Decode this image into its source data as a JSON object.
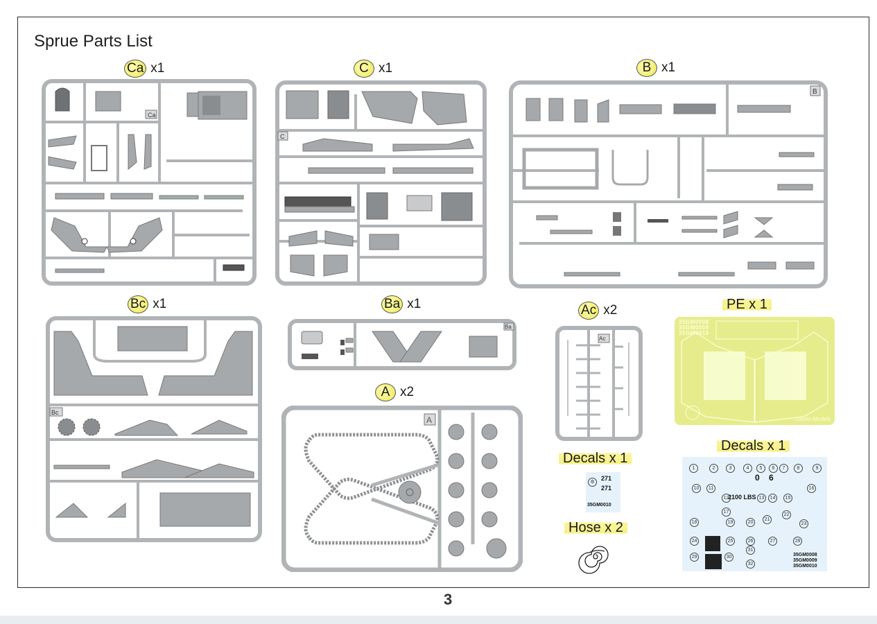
{
  "page": {
    "title": "Sprue Parts List",
    "page_number": "3"
  },
  "sprues": [
    {
      "id": "Ca",
      "label": "Ca",
      "qty": "x1"
    },
    {
      "id": "C",
      "label": "C",
      "qty": "x1"
    },
    {
      "id": "B",
      "label": "B",
      "qty": "x1"
    },
    {
      "id": "Bc",
      "label": "Bc",
      "qty": "x1"
    },
    {
      "id": "Ba",
      "label": "Ba",
      "qty": "x1"
    },
    {
      "id": "Ac",
      "label": "Ac",
      "qty": "x2"
    },
    {
      "id": "A",
      "label": "A",
      "qty": "x2"
    }
  ],
  "extras": {
    "pe": "PE x 1",
    "decals_small": "Decals x 1",
    "decals_large": "Decals x 1",
    "hose": "Hose x 2"
  },
  "pe_sheet": {
    "codes": [
      "35GM0008",
      "35GM0009",
      "35GM0010"
    ],
    "brand": "Gecko Models"
  },
  "decals_small_sheet": {
    "numbers": [
      "271",
      "271"
    ],
    "code": "35GM0010"
  },
  "decals_large_sheet": {
    "markers": [
      "1",
      "2",
      "3",
      "4",
      "5",
      "6",
      "7",
      "8",
      "9",
      "10",
      "11",
      "12",
      "13",
      "14",
      "15",
      "16",
      "17",
      "18",
      "19",
      "20",
      "21",
      "22",
      "23",
      "24",
      "25",
      "26",
      "27",
      "28",
      "29",
      "30",
      "31",
      "32"
    ],
    "text_2100": "2100 LBS",
    "text_0": "0",
    "text_6": "6",
    "codes": [
      "35GM0008",
      "35GM0009",
      "35GM0010"
    ]
  },
  "sprue_tags": {
    "A": "A",
    "B": "B",
    "C": "C",
    "Ca": "Ca",
    "Ba": "Ba",
    "Bc": "Bc",
    "Ac": "Ac"
  },
  "colors": {
    "sprue": "#b9bcbe",
    "sprue_dark": "#8d9092",
    "badge": "#f4f07a",
    "pe": "#e6ec8c",
    "decal_bg": "#e6f2fb"
  }
}
